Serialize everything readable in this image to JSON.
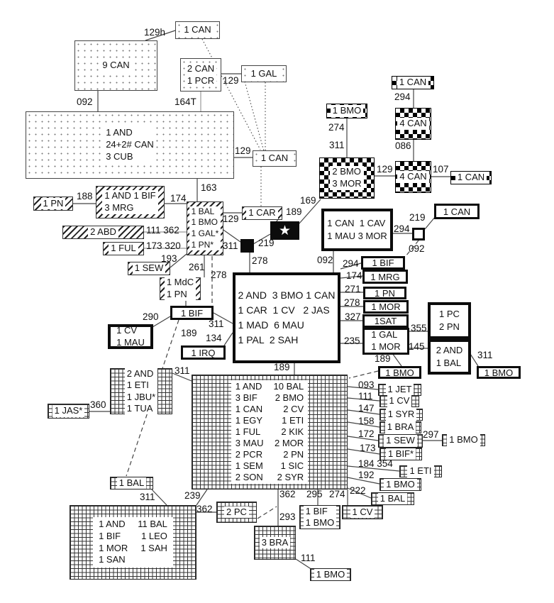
{
  "boxes": {
    "can_top": {
      "label": "1 CAN"
    },
    "can9": {
      "label": "9 CAN"
    },
    "can2pcr": {
      "lines": [
        "2 CAN",
        "1 PCR"
      ]
    },
    "gal1": {
      "label": "1 GAL"
    },
    "and_can_cub": {
      "lines": [
        "1 AND",
        "24+2# CAN",
        "3 CUB"
      ]
    },
    "can1_mid": {
      "label": "1 CAN"
    },
    "bmo1_top": {
      "label": "1 BMO"
    },
    "bmo2mor3": {
      "lines": [
        "2 BMO",
        "3 MOR"
      ]
    },
    "can1_tr": {
      "label": "1 CAN"
    },
    "can4_a": {
      "label": "4 CAN"
    },
    "can4_b": {
      "label": "4 CAN"
    },
    "can1_r": {
      "label": "1 CAN"
    },
    "pn1_left": {
      "label": "1 PN"
    },
    "andbif_mrg": {
      "lines": [
        "1 AND 1 BIF",
        "3 MRG"
      ]
    },
    "abd2": {
      "label": "2 ABD"
    },
    "ful1": {
      "label": "1 FUL"
    },
    "sew1_left": {
      "label": "1 SEW"
    },
    "mdc_pn": {
      "lines": [
        "1 MdC",
        "1 PN"
      ]
    },
    "car1": {
      "label": "1 CAR"
    },
    "bal_bmo_gal_pn": {
      "lines": [
        "1 BAL",
        "1 BMO",
        "1 GAL*",
        "1 PN*"
      ]
    },
    "can_cav_mau_mor": {
      "lines": [
        "1 CAN  1 CAV",
        "1 MAU 3 MOR"
      ]
    },
    "can1_thick_r": {
      "label": "1 CAN"
    },
    "bif1_r": {
      "label": "1 BIF"
    },
    "mrg1": {
      "label": "1 MRG"
    },
    "pn1_r": {
      "label": "1 PN"
    },
    "mor1_r": {
      "label": "1 MOR"
    },
    "sat1": {
      "label": "1SAT"
    },
    "gal_mor": {
      "lines": [
        "1 GAL",
        "1 MOR"
      ]
    },
    "pc_pn": {
      "lines": [
        "1 PC",
        "2 PN"
      ]
    },
    "and2_bal1": {
      "lines": [
        "2 AND",
        "1 BAL"
      ]
    },
    "bmo1_mid": {
      "label": "1 BMO"
    },
    "bmo1_r2": {
      "label": "1 BMO"
    },
    "bif1_c": {
      "label": "1 BIF"
    },
    "cv_mau": {
      "lines": [
        "1 CV",
        "1 MAU"
      ]
    },
    "irq1": {
      "label": "1 IRQ"
    },
    "central": {
      "lines": [
        "2 AND  3 BMO 1 CAN",
        "1 CAR  1 CV   2 JAS",
        "1 MAD  6 MAU",
        "1 PAL  2 SAH"
      ]
    },
    "and2_eti_jbu_tua": {
      "lines": [
        "2 AND",
        "1 ETI",
        "1 JBU*",
        "1 TUA"
      ]
    },
    "jas1": {
      "label": "1 JAS*"
    },
    "grid_main": {
      "rows": [
        [
          "1 AND",
          "10 BAL"
        ],
        [
          "3 BIF",
          "2 BMO"
        ],
        [
          "1 CAN",
          "2 CV"
        ],
        [
          "1 EGY",
          "1 ETI"
        ],
        [
          "1 FUL",
          "2 KIK"
        ],
        [
          "3 MAU",
          "2 MOR"
        ],
        [
          "2 PCR",
          "2 PN"
        ],
        [
          "1 SEM",
          "1 SIC"
        ],
        [
          "2 SON",
          "2 SYR"
        ]
      ]
    },
    "jet1": {
      "label": "1 JET"
    },
    "cv1_rc": {
      "label": "1 CV"
    },
    "syr1": {
      "label": "1 SYR"
    },
    "bra1": {
      "label": "1 BRA"
    },
    "sew1_rc": {
      "label": "1 SEW"
    },
    "bmo1_rc": {
      "label": "1 BMO"
    },
    "bif1_star": {
      "label": "1 BIF*"
    },
    "eti1": {
      "label": "1 ETI"
    },
    "bmo1_rc2": {
      "label": "1 BMO"
    },
    "bal1_rc": {
      "label": "1 BAL"
    },
    "cv1_b": {
      "label": "1 CV"
    },
    "bal1_bl": {
      "label": "1 BAL"
    },
    "grid_bl": {
      "rows": [
        [
          "1 AND",
          "11 BAL"
        ],
        [
          "1 BIF",
          "1 LEO"
        ],
        [
          "1 MOR",
          "1 SAH"
        ],
        [
          "1 SAN",
          ""
        ]
      ]
    },
    "pc2": {
      "label": "2 PC"
    },
    "bif_bmo": {
      "lines": [
        "1 BIF",
        "1 BMO"
      ]
    },
    "bra3": {
      "label": "3 BRA"
    },
    "bmo1_b": {
      "label": "1 BMO"
    },
    "star_glyph": {
      "label": "★"
    }
  },
  "labels": {
    "l129h": "129h",
    "l092a": "092",
    "l164t": "164T",
    "l129a": "129",
    "l129b": "129",
    "l163": "163",
    "l274a": "274",
    "l311a": "311",
    "l294a": "294",
    "l086": "086",
    "l129c": "129",
    "l107": "107",
    "l188": "188",
    "l174a": "174",
    "l111_362": "111 362",
    "l173_320": "173 320",
    "l193": "193",
    "l129d": "129",
    "l189a": "189",
    "l169": "169",
    "l311b": "311",
    "l219a": "219",
    "l278a": "278",
    "l261": "261",
    "l278b": "278",
    "l092b": "092",
    "l219b": "219",
    "l294b": "294",
    "l092c": "092",
    "l294c": "294",
    "l174b": "174",
    "l271": "271",
    "l278c": "278",
    "l327": "327",
    "l235": "235",
    "l355": "355",
    "l145": "145",
    "l311c": "311",
    "l189b": "189",
    "l290": "290",
    "l311d": "311",
    "l189c": "189",
    "l134": "134",
    "l189d": "189",
    "l311e": "311",
    "l360": "360",
    "l093": "093",
    "l111a": "111",
    "l147": "147",
    "l158": "158",
    "l172": "172",
    "l297": "297",
    "l173": "173",
    "l184_354": "184 354",
    "l192": "192",
    "l222": "222",
    "l274b": "274",
    "l295": "295",
    "l362a": "362",
    "l293": "293",
    "l239": "239",
    "l311f": "311",
    "l362b": "362",
    "l111b": "111"
  }
}
